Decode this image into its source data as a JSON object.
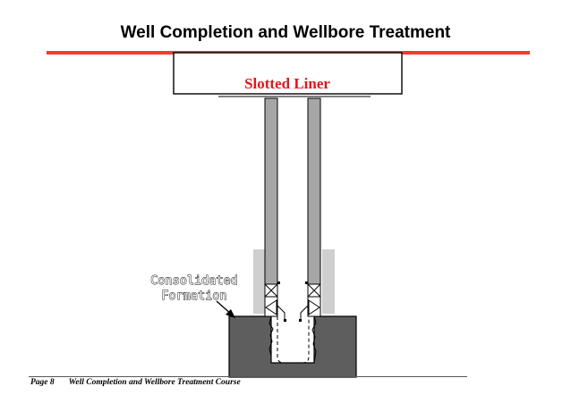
{
  "slide": {
    "title": "Well Completion and Wellbore Treatment"
  },
  "diagram": {
    "box_label": "Slotted Liner",
    "formation_label_line1": "Consolidated",
    "formation_label_line2": "Formation"
  },
  "footer": {
    "page": "Page 8",
    "course": "Well Completion and Wellbore Treatment Course"
  },
  "colors": {
    "title_rule": "#ff3a1f",
    "label_red": "#e8141a",
    "formation": "#5e5e5e",
    "casing": "#a6a6a6",
    "shadow": "#cfcfcf"
  }
}
